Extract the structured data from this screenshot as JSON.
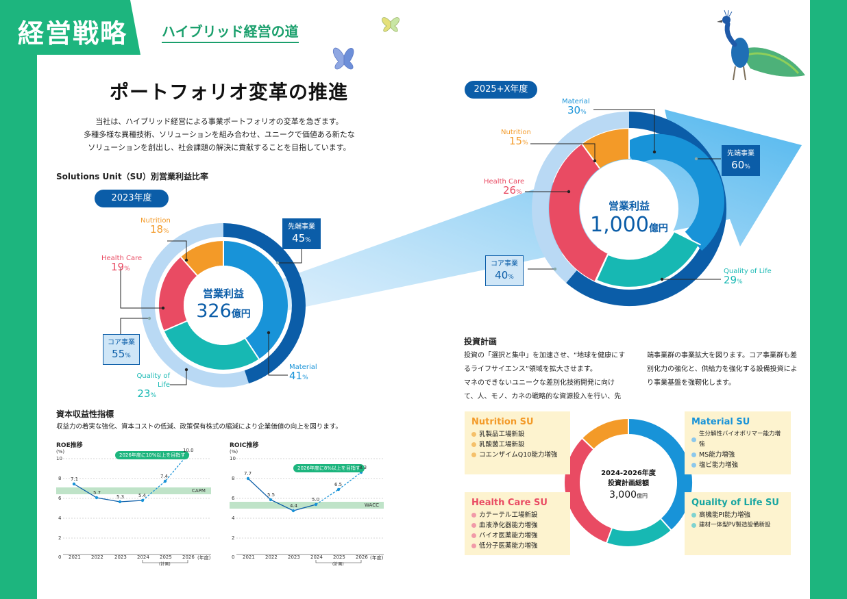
{
  "header": {
    "section": "経営戦略",
    "subtitle": "ハイブリッド経営の道"
  },
  "title": "ポートフォリオ変革の推進",
  "intro": [
    "当社は、ハイブリッド経営による事業ポートフォリオの変革を急ぎます。",
    "多種多様な異種技術、ソリューションを組み合わせ、ユニークで価値ある新たな",
    "ソリューションを創出し、社会課題の解決に貢献することを目指しています。"
  ],
  "su_ratio": {
    "label": "Solutions Unit（SU）別営業利益比率",
    "y2023": {
      "pill": "2023年度",
      "center_title": "営業利益",
      "center_value": "326",
      "center_unit": "億円",
      "segments": {
        "nutrition": {
          "name": "Nutrition",
          "value": "18",
          "pct": "%"
        },
        "health_care": {
          "name": "Health Care",
          "value": "19",
          "pct": "%"
        },
        "quality_of_life": {
          "name": "Quality of Life",
          "value": "23",
          "pct": "%"
        },
        "material": {
          "name": "Material",
          "value": "41",
          "pct": "%"
        }
      },
      "advanced": {
        "name": "先端事業",
        "value": "45",
        "pct": "%"
      },
      "core": {
        "name": "コア事業",
        "value": "55",
        "pct": "%"
      }
    },
    "y2025": {
      "pill": "2025+X年度",
      "center_title": "営業利益",
      "center_value": "1,000",
      "center_unit": "億円",
      "segments": {
        "material": {
          "name": "Material",
          "value": "30",
          "pct": "%"
        },
        "nutrition": {
          "name": "Nutrition",
          "value": "15",
          "pct": "%"
        },
        "health_care": {
          "name": "Health Care",
          "value": "26",
          "pct": "%"
        },
        "quality_of_life": {
          "name": "Quality of Life",
          "value": "29",
          "pct": "%"
        }
      },
      "advanced": {
        "name": "先端事業",
        "value": "60",
        "pct": "%"
      },
      "core": {
        "name": "コア事業",
        "value": "40",
        "pct": "%"
      }
    }
  },
  "capital": {
    "label": "資本収益性指標",
    "text": "収益力の着実な強化、資本コストの低減、政策保有株式の縮減により企業価値の向上を図ります。",
    "roe": {
      "title": "ROE推移",
      "unit": "(%)",
      "callout": "2026年度に10%以上を目指す",
      "band": "CAPM",
      "y_ticks": [
        "10",
        "8",
        "6",
        "4",
        "2",
        "0"
      ],
      "x": [
        "2021",
        "2022",
        "2023",
        "2024",
        "2025",
        "2026"
      ],
      "x_unit": "(年度)",
      "plan": "(計画)",
      "values": [
        "7.1",
        "5.7",
        "5.3",
        "5.4",
        "7.4",
        "10.0"
      ]
    },
    "roic": {
      "title": "ROIC推移",
      "unit": "(%)",
      "callout": "2026年度に8%以上を目指す",
      "band": "WACC",
      "y_ticks": [
        "10",
        "8",
        "6",
        "4",
        "2",
        "0"
      ],
      "x": [
        "2021",
        "2022",
        "2023",
        "2024",
        "2025",
        "2026"
      ],
      "x_unit": "(年度)",
      "plan": "(計画)",
      "values": [
        "7.7",
        "5.5",
        "4.4",
        "5.0",
        "6.5",
        "8.3"
      ]
    }
  },
  "investment": {
    "label": "投資計画",
    "col1": [
      "投資の「選択と集中」を加速させ、“地球を健康にす",
      "るライフサイエンス”領域を拡大させます。",
      "マネのできないユニークな差別化技術開発に向け",
      "て、人、モノ、カネの戦略的な資源投入を行い、先"
    ],
    "col2": [
      "端事業群の事業拡大を図ります。コア事業群も差",
      "別化力の強化と、供給力を強化する設備投資によ",
      "り事業基盤を強靭化します。"
    ],
    "center_title1": "2024-2026年度",
    "center_title2": "投資計画総額",
    "center_value": "3,000",
    "center_unit": "億円",
    "nutrition": {
      "title": "Nutrition SU",
      "items": [
        "乳製品工場新設",
        "乳酸菌工場新設",
        "コエンザイムQ10能力増強"
      ]
    },
    "health_care": {
      "title": "Health Care SU",
      "items": [
        "カテーテル工場新設",
        "血液浄化器能力増強",
        "バイオ医薬能力増強",
        "低分子医薬能力増強"
      ]
    },
    "material": {
      "title": "Material SU",
      "items": [
        "生分解性バイオポリマー能力増強",
        "MS能力増強",
        "塩ビ能力増強"
      ]
    },
    "quality_of_life": {
      "title": "Quality of Life SU",
      "items": [
        "高機能PI能力増強",
        "建材一体型PV製造設備新設"
      ]
    }
  },
  "colors": {
    "green": "#1db57e",
    "navy": "#0b5da8",
    "material": "#1893d8",
    "nutrition": "#f39a28",
    "health_care": "#e94b63",
    "quality_of_life": "#17b8b3",
    "core_light": "#b9d9f4",
    "su_box": "#fdf3cf"
  }
}
